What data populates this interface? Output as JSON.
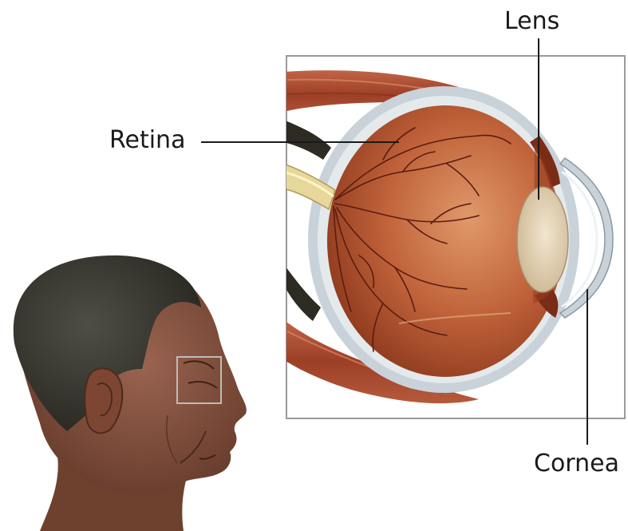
{
  "labels": {
    "lens": "Lens",
    "retina": "Retina",
    "cornea": "Cornea"
  },
  "colors": {
    "eye_interior": "#b8532c",
    "eye_interior_light": "#d98a5c",
    "sclera": "#c9d2d9",
    "muscle": "#a8472c",
    "skin": "#7a4a38",
    "hair": "#3a3a34",
    "vessel": "#5a1c10",
    "frame": "#9a9a9a",
    "leader_line": "#1a1a1a"
  }
}
